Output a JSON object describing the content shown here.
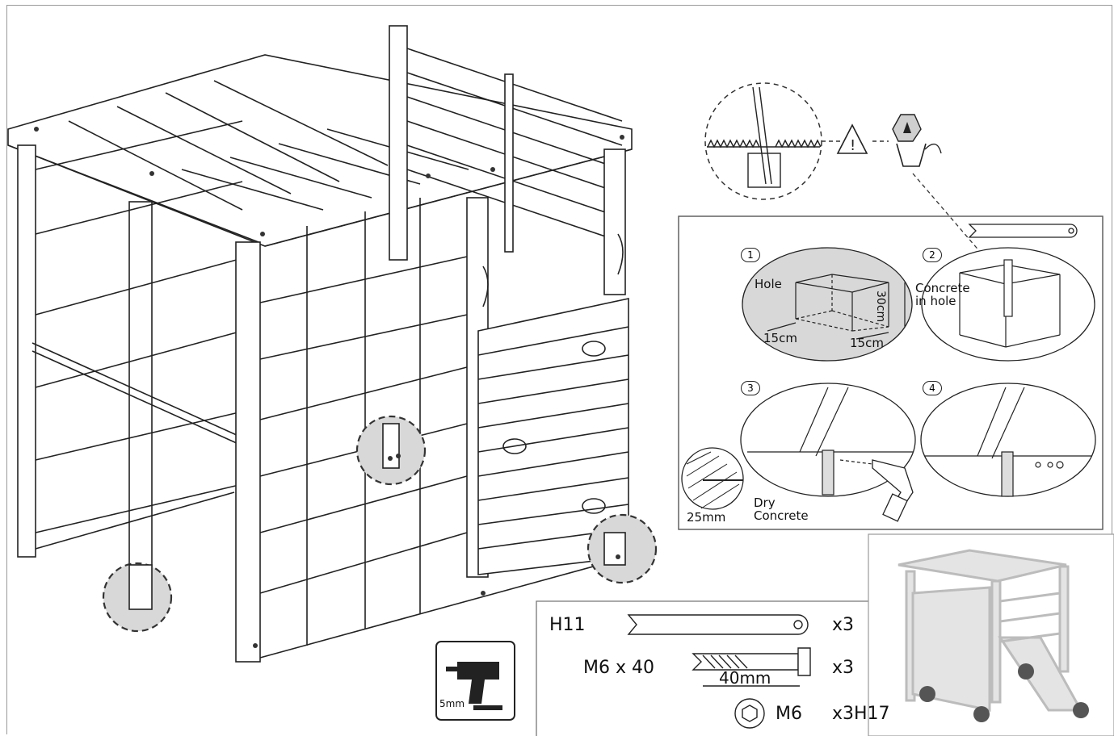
{
  "steps": {
    "step1": {
      "number": "1",
      "label_hole": "Hole",
      "dim_depth": "30cm",
      "dim_width": "15cm",
      "dim_length": "15cm"
    },
    "step2": {
      "number": "2",
      "label_concrete": "Concrete\nin hole"
    },
    "step3": {
      "number": "3",
      "label_dry": "Dry\nConcrete",
      "dim_gap": "25mm"
    },
    "step4": {
      "number": "4"
    }
  },
  "hardware": {
    "bracket": {
      "code": "H11",
      "qty": "x3"
    },
    "bolt": {
      "code": "M6 x 40",
      "length": "40mm",
      "qty": "x3"
    },
    "nut": {
      "code": "M6",
      "qty": "x3H17"
    }
  },
  "tool": {
    "label": "5mm",
    "icon": "drill-icon"
  },
  "warning": {
    "icon": "warning-triangle-icon"
  },
  "colors": {
    "line": "#222222",
    "shade": "#d8d8d8",
    "ghost": "#cfcfcf",
    "dot": "#555555"
  }
}
